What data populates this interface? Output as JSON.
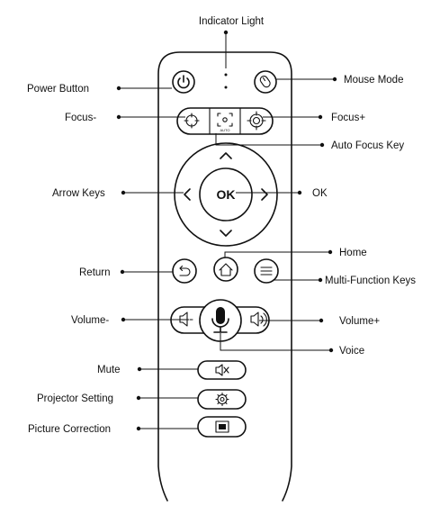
{
  "labels": {
    "indicator_light": "Indicator Light",
    "power_button": "Power Button",
    "mouse_mode": "Mouse Mode",
    "focus_minus": "Focus-",
    "focus_plus": "Focus+",
    "auto_focus_key": "Auto Focus Key",
    "arrow_keys": "Arrow Keys",
    "ok": "OK",
    "home": "Home",
    "return": "Return",
    "multi_function_keys": "Multi-Function Keys",
    "volume_minus": "Volume-",
    "volume_plus": "Volume+",
    "voice": "Voice",
    "mute": "Mute",
    "projector_setting": "Projector Setting",
    "picture_correction": "Picture Correction"
  },
  "remote": {
    "ok_key_text": "OK",
    "auto_key_text": "AUTO"
  }
}
